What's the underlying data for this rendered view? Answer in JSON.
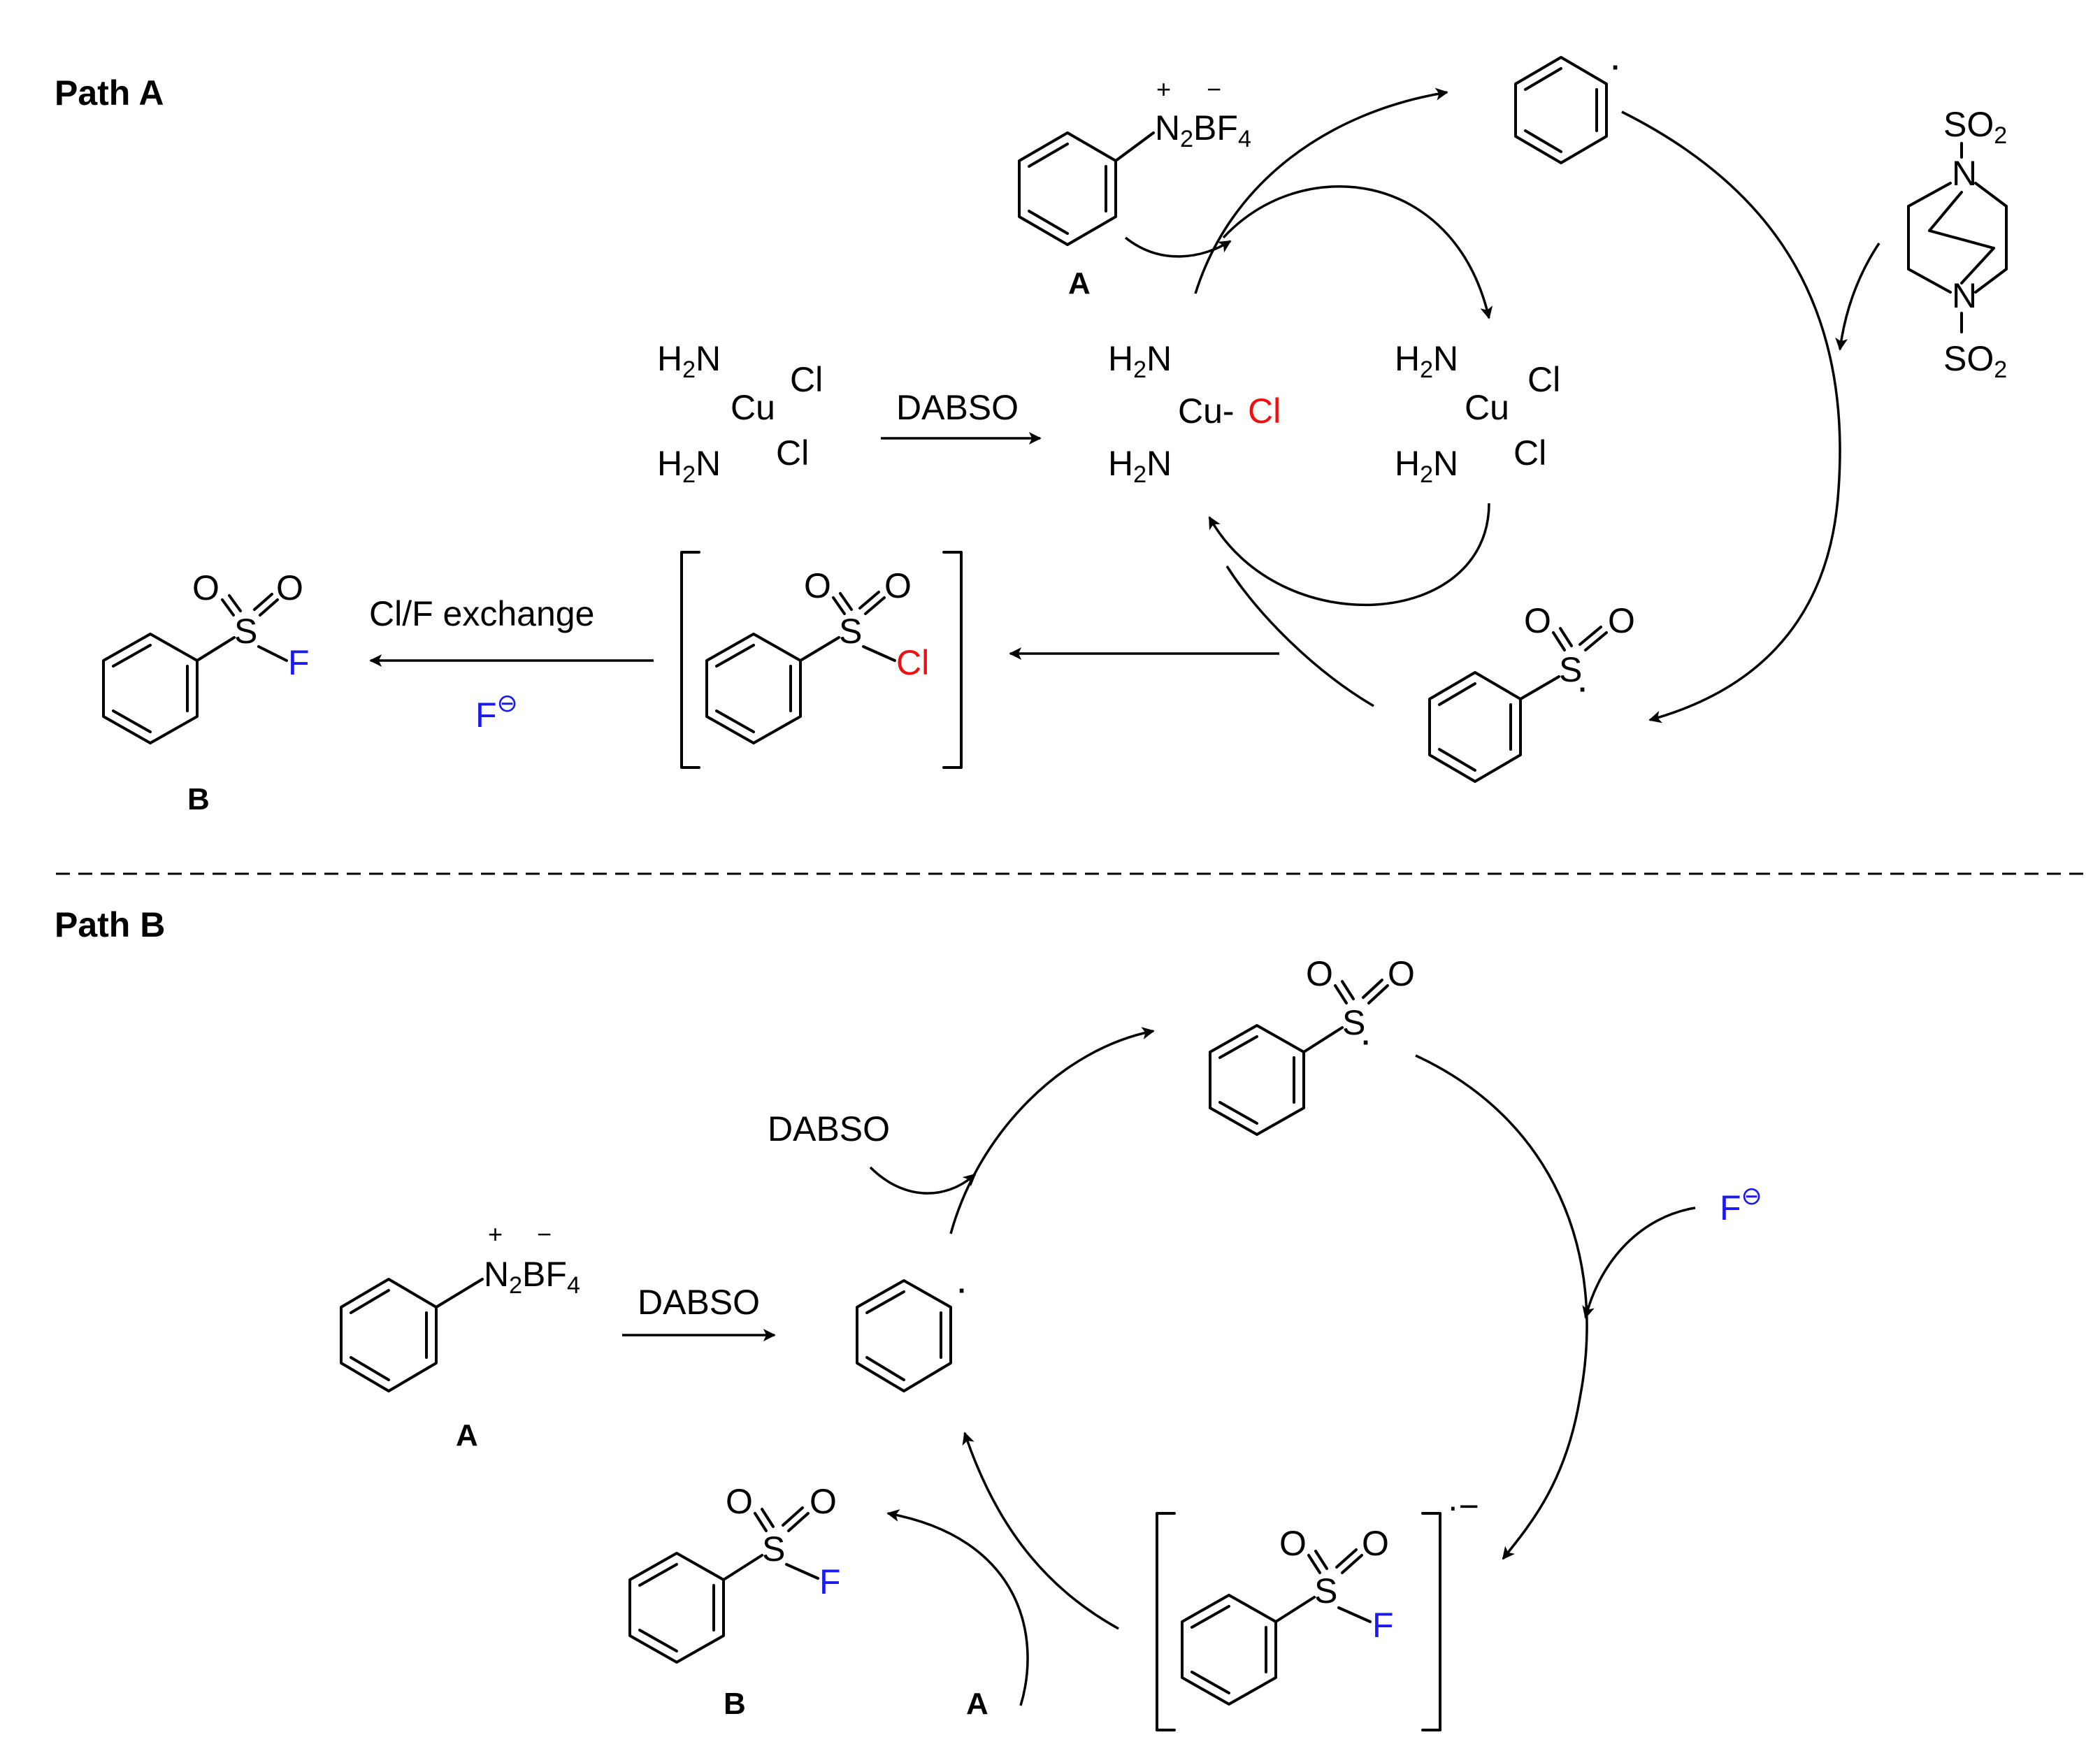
{
  "path_a": {
    "title": "Path A",
    "diazonium": {
      "n": "N",
      "n_sub": "2",
      "plus": "+",
      "bf": "BF",
      "bf_sub": "4",
      "minus": "−"
    },
    "cmpd_a": "A",
    "h2n": "H",
    "h2n_sub": "2",
    "h2n_n": "N",
    "cu": "Cu",
    "cu_dash": "Cu-",
    "cl": "Cl",
    "arrow_label": "DABSO",
    "dabso_struct": {
      "so": "SO",
      "so_sub": "2",
      "n": "N"
    },
    "sulfonyl": {
      "o": "O",
      "s": "S"
    },
    "exchange_label": "Cl/F exchange",
    "fluoride": "F",
    "fluoride_charge": "⊖",
    "product_f": "F",
    "cmpd_b": "B",
    "radical_dot": "·"
  },
  "path_b": {
    "title": "Path B",
    "dabso_side": "DABSO",
    "arrow_label": "DABSO",
    "cmpd_a": "A",
    "cmpd_a2": "A",
    "cmpd_b": "B",
    "fluoride": "F",
    "fluoride_charge": "⊖",
    "radical_anion": "·−",
    "product_f": "F",
    "bracket_f": "F"
  },
  "colors": {
    "chloride_highlight": "#ee1111",
    "fluorine_highlight": "#1a1aee"
  },
  "icons": {
    "arrowhead": "arrowhead-icon"
  }
}
